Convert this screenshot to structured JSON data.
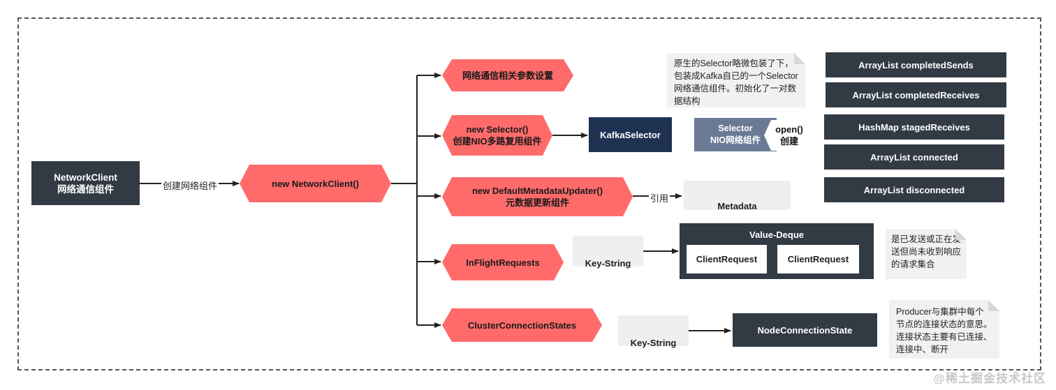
{
  "network_client": {
    "line1": "NetworkClient",
    "line2": "网络通信组件"
  },
  "edge_create": "创建网络组件",
  "new_network_client": "new NetworkClient()",
  "params": "网络通信相关参数设置",
  "selector_node": {
    "line1": "new Selector()",
    "line2": "创建NIO多路复用组件"
  },
  "kafka_selector": "KafkaSelector",
  "nio_selector": {
    "line1": "Selector",
    "line2": "NIO网络组件"
  },
  "open_tag": {
    "line1": "open()",
    "line2": "创建"
  },
  "selector_note": "原生的Selector略微包装了下，包装成Kafka自已的一个Selector网络通信组件。初始化了一对数据结构",
  "array_structs": [
    "ArrayList completedSends",
    "ArrayList completedReceives",
    "HashMap stagedReceives",
    "ArrayList connected",
    "ArrayList disconnected"
  ],
  "metadata_updater": {
    "line1": "new DefaultMetadataUpdater()",
    "line2": "元数据更新组件"
  },
  "edge_ref": "引用",
  "metadata": "Metadata",
  "inflight": "InFlightRequests",
  "inflight_key": "Key-String",
  "value_deque": {
    "title": "Value-Deque",
    "items": [
      "ClientRequest",
      "ClientRequest"
    ]
  },
  "inflight_note": "是已发送或正在发送但尚未收到响应的请求集合",
  "cluster_states": "ClusterConnectionStates",
  "cluster_key": "Key-String",
  "node_state": "NodeConnectionState",
  "cluster_note": "Producer与集群中每个节点的连接状态的意思。连接状态主要有已连接、连接中、断开",
  "watermark": "@稀土掘金技术社区"
}
